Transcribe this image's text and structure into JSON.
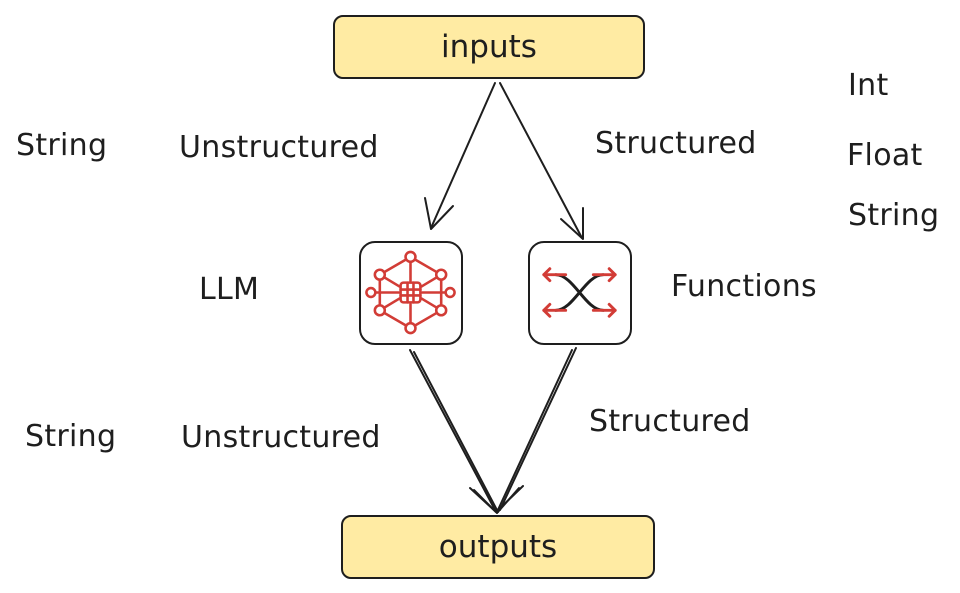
{
  "nodes": {
    "inputs": "inputs",
    "outputs": "outputs"
  },
  "left_labels": {
    "top_type": "String",
    "top_kind": "Unstructured",
    "processor": "LLM",
    "bottom_type": "String",
    "bottom_kind": "Unstructured"
  },
  "right_labels": {
    "top_kind": "Structured",
    "types": [
      "Int",
      "Float",
      "String"
    ],
    "processor": "Functions",
    "bottom_kind": "Structured"
  },
  "icons": {
    "llm": "neural-network-icon",
    "functions": "swap-arrows-icon"
  },
  "colors": {
    "node_fill": "#ffeba3",
    "stroke": "#1e1e1e",
    "icon_accent": "#d23c36"
  }
}
